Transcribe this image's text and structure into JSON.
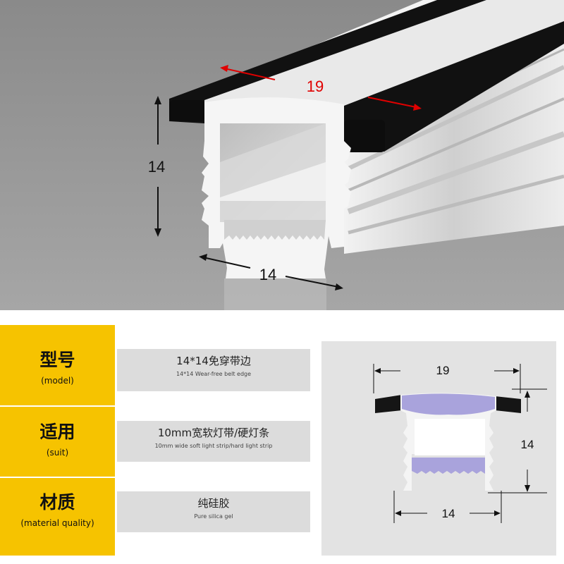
{
  "hero": {
    "width_label": "19",
    "height_label": "14",
    "base_label": "14"
  },
  "specs": [
    {
      "label_zh": "型号",
      "label_en": "(model)",
      "value_zh": "14*14免穿带边",
      "value_en": "14*14 Wear-free belt edge"
    },
    {
      "label_zh": "适用",
      "label_en": "(suit)",
      "value_zh": "10mm宽软灯带/硬灯条",
      "value_en": "10mm wide soft light strip/hard light strip"
    },
    {
      "label_zh": "材质",
      "label_en": "(material quality)",
      "value_zh": "纯硅胶",
      "value_en": "Pure silica gel"
    }
  ],
  "diagram": {
    "top_label": "19",
    "right_label": "14",
    "bottom_label": "14"
  },
  "colors": {
    "yellow": "#f6c300",
    "value_bg": "#dcdcdc",
    "diagram_bg": "#e3e3e3",
    "diffuser": "#a9a3dc",
    "arrow_red": "#e00000"
  }
}
